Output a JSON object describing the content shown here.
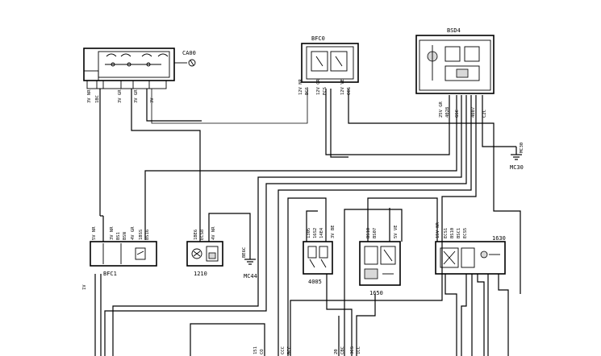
{
  "components": {
    "ca00": {
      "label": "CA00"
    },
    "bfc0": {
      "label": "BFC0"
    },
    "bsd4": {
      "label": "BSD4"
    },
    "bfc1": {
      "label": "BFC1"
    },
    "c1210": {
      "label": "1210"
    },
    "c4005": {
      "label": "4005"
    },
    "c1650": {
      "label": "1650"
    },
    "c1630": {
      "label": "1630"
    },
    "mc30": {
      "label": "MC30"
    },
    "mc44": {
      "label": "MC44"
    }
  },
  "wire_labels": {
    "ca00": [
      "3V NR",
      "1BC",
      "3V GR",
      "3V GR",
      "3V"
    ],
    "bfc0": [
      "12V NR",
      "BCS",
      "12V GR",
      "ECS",
      "12V VE",
      "CCS"
    ],
    "bsd4": [
      "25V GR",
      "4028",
      "GSC",
      "4007",
      "C2C"
    ],
    "mc30": [
      "MC30"
    ],
    "bfc1": [
      "5V NR",
      "3V NR",
      "BS1",
      "BSN",
      "4V GR",
      "1BSS",
      "BS16"
    ],
    "c1210": [
      "1BE6",
      "ECS8",
      "4V NR"
    ],
    "mc44": [
      "BE6C"
    ],
    "c4005": [
      "1305",
      "16S2",
      "14E4",
      "3V BE"
    ],
    "c1650": [
      "BS10",
      "BS07",
      "5V VE"
    ],
    "c1630": [
      "15V NR",
      "ECS1",
      "BS10",
      "BSC1",
      "ECS5"
    ],
    "bottom": [
      "151",
      "CO",
      "CCC",
      "BCC",
      "20",
      "CBC",
      "3CS",
      "1CC"
    ],
    "bfc1_side": [
      "1V"
    ]
  }
}
